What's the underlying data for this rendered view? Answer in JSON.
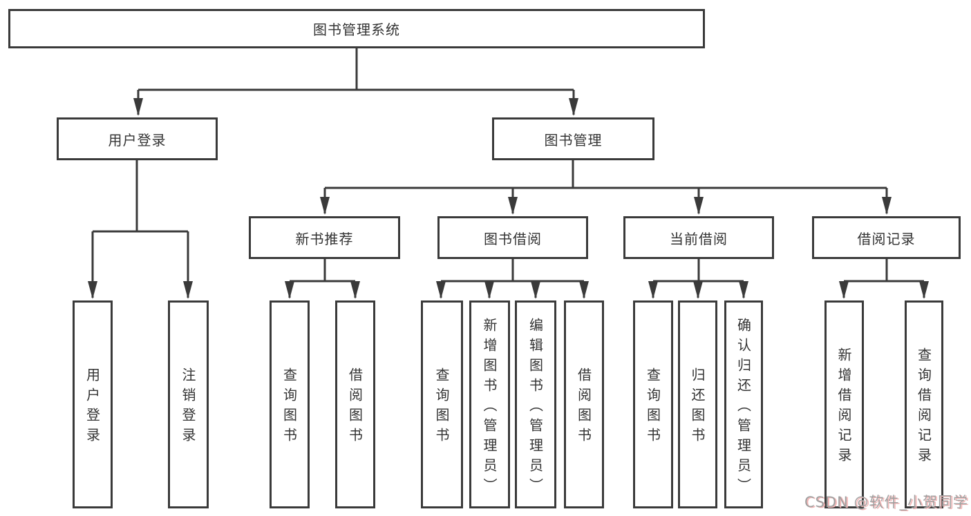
{
  "title": "图书管理系统",
  "watermark": "CSDN @软件_小贺同学",
  "colors": {
    "line": "#3a3a3a",
    "text": "#333333",
    "background": "#ffffff",
    "watermark_text": "#a0a0a0",
    "watermark_shadow": "#f3b6b6"
  },
  "tree": {
    "root": "图书管理系统",
    "children": [
      {
        "label": "用户登录",
        "children": [
          "用户登录",
          "注销登录"
        ]
      },
      {
        "label": "图书管理",
        "children": [
          {
            "label": "新书推荐",
            "children": [
              "查询图书",
              "借阅图书"
            ]
          },
          {
            "label": "图书借阅",
            "children": [
              "查询图书",
              "新增图书（管理员）",
              "编辑图书（管理员）",
              "借阅图书"
            ]
          },
          {
            "label": "当前借阅",
            "children": [
              "查询图书",
              "归还图书",
              "确认归还（管理员）"
            ]
          },
          {
            "label": "借阅记录",
            "children": [
              "新增借阅记录",
              "查询借阅记录"
            ]
          }
        ]
      }
    ]
  }
}
